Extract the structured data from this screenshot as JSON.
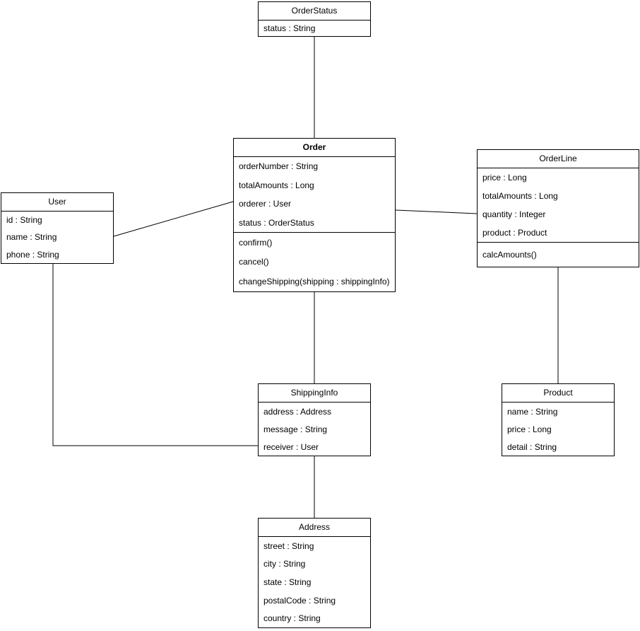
{
  "diagram": {
    "type": "uml-class-diagram",
    "background_color": "#ffffff",
    "stroke_color": "#000000",
    "text_color": "#000000"
  },
  "classes": [
    {
      "name": "OrderStatus",
      "attributes": [
        "status : String"
      ],
      "methods": []
    },
    {
      "name": "Order",
      "attributes": [
        "orderNumber : String",
        "totalAmounts : Long",
        "orderer : User",
        "status : OrderStatus"
      ],
      "methods": [
        "confirm()",
        "cancel()",
        "changeShipping(shipping : shippingInfo)"
      ]
    },
    {
      "name": "OrderLine",
      "attributes": [
        "price : Long",
        "totalAmounts : Long",
        "quantity : Integer",
        "product : Product"
      ],
      "methods": [
        "calcAmounts()"
      ]
    },
    {
      "name": "User",
      "attributes": [
        "id : String",
        "name : String",
        "phone : String"
      ],
      "methods": []
    },
    {
      "name": "ShippingInfo",
      "attributes": [
        "address : Address",
        "message : String",
        "receiver : User"
      ],
      "methods": []
    },
    {
      "name": "Product",
      "attributes": [
        "name : String",
        "price : Long",
        "detail : String"
      ],
      "methods": []
    },
    {
      "name": "Address",
      "attributes": [
        "street : String",
        "city : String",
        "state : String",
        "postalCode : String",
        "country : String"
      ],
      "methods": []
    }
  ],
  "relationships": [
    {
      "from": "OrderStatus",
      "to": "Order",
      "type": "association"
    },
    {
      "from": "User",
      "to": "Order",
      "type": "association"
    },
    {
      "from": "Order",
      "to": "OrderLine",
      "type": "association"
    },
    {
      "from": "Order",
      "to": "ShippingInfo",
      "type": "association"
    },
    {
      "from": "ShippingInfo",
      "to": "Address",
      "type": "association"
    },
    {
      "from": "User",
      "to": "ShippingInfo",
      "type": "association"
    },
    {
      "from": "OrderLine",
      "to": "Product",
      "type": "association"
    }
  ]
}
